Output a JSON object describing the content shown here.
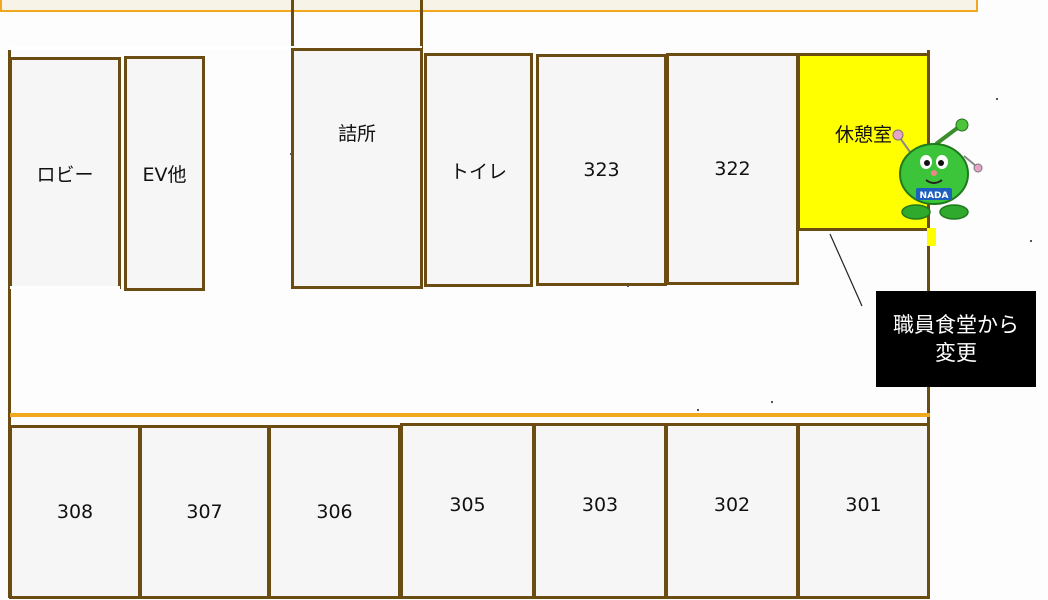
{
  "top_rooms": {
    "lobby": "ロビー",
    "ev": "EV他",
    "station": "詰所",
    "toilet": "トイレ",
    "r323": "323",
    "r322": "322",
    "lounge": "休憩室"
  },
  "bottom_rooms": {
    "r308": "308",
    "r307": "307",
    "r306": "306",
    "r305": "305",
    "r303": "303",
    "r302": "302",
    "r301": "301"
  },
  "callout": {
    "line1": "職員食堂から",
    "line2": "変更"
  },
  "mascot": {
    "label": "NADA"
  },
  "colors": {
    "wall": "#6b4c12",
    "corridor_line": "#f2a81d",
    "highlight": "#ffff00",
    "callout_bg": "#000000"
  }
}
